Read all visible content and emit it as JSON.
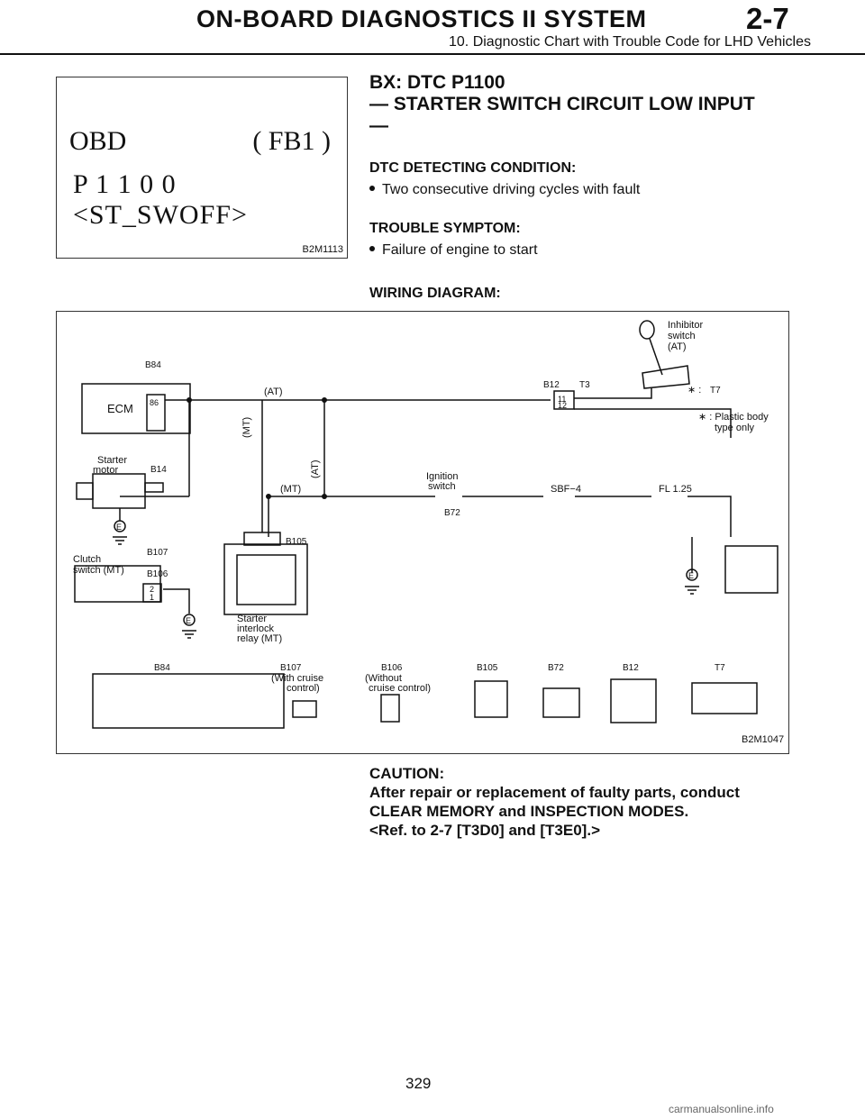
{
  "header": {
    "title": "ON-BOARD DIAGNOSTICS II SYSTEM",
    "section": "2-7",
    "subtitle": "10. Diagnostic Chart with Trouble Code for LHD Vehicles"
  },
  "screen": {
    "line1_left": "OBD",
    "line1_right": "( FB1 )",
    "line2": "P 1 1 0 0 <ST_SWOFF>",
    "figure_code": "B2M1113"
  },
  "heading": {
    "line1": "BX: DTC P1100",
    "line2": "— STARTER SWITCH CIRCUIT LOW INPUT",
    "line3": "—"
  },
  "condition": {
    "label": "DTC DETECTING CONDITION:",
    "item": "Two consecutive driving cycles with fault"
  },
  "symptom": {
    "label": "TROUBLE SYMPTOM:",
    "item": "Failure of engine to start"
  },
  "wiring": {
    "label": "WIRING DIAGRAM:",
    "figure_code": "B2M1047",
    "labels": {
      "ecm": "ECM",
      "b84": "B84",
      "pin86": "86",
      "at1": "(AT)",
      "mt1": "(MT)",
      "at2": "(AT)",
      "mt2": "(MT)",
      "b12": "B12",
      "t3": "T3",
      "c11": "11",
      "c12": "12",
      "inhibitor": "Inhibitor",
      "switch_w": "switch",
      "at_paren": "(AT)",
      "star_t7": "∗ :",
      "t7": "T7",
      "plastic1": "∗ : Plastic body",
      "plastic2": "type only",
      "starter1": "Starter",
      "starter2": "motor",
      "b14": "B14",
      "ignition1": "Ignition",
      "ignition2": "switch",
      "b72": "B72",
      "sbf": "SBF−4",
      "fl": "FL 1.25",
      "clutch1": "Clutch",
      "clutch2": "switch (MT)",
      "b107": "B107",
      "b106": "B106",
      "p2": "2",
      "p1": "1",
      "b105": "B105",
      "relay1": "Starter",
      "relay2": "interlock",
      "relay3": "relay (MT)",
      "e": "E",
      "with_cruise1": "(With cruise",
      "with_cruise2": "control)",
      "without_cruise1": "(Without",
      "without_cruise2": "cruise control)"
    }
  },
  "caution": {
    "label": "CAUTION:",
    "line1": "After repair or replacement of faulty parts, conduct",
    "line2": "CLEAR MEMORY and INSPECTION MODES.",
    "line3": "<Ref. to 2-7 [T3D0] and [T3E0].>"
  },
  "page_number": "329",
  "watermark": "carmanualsonline.info"
}
